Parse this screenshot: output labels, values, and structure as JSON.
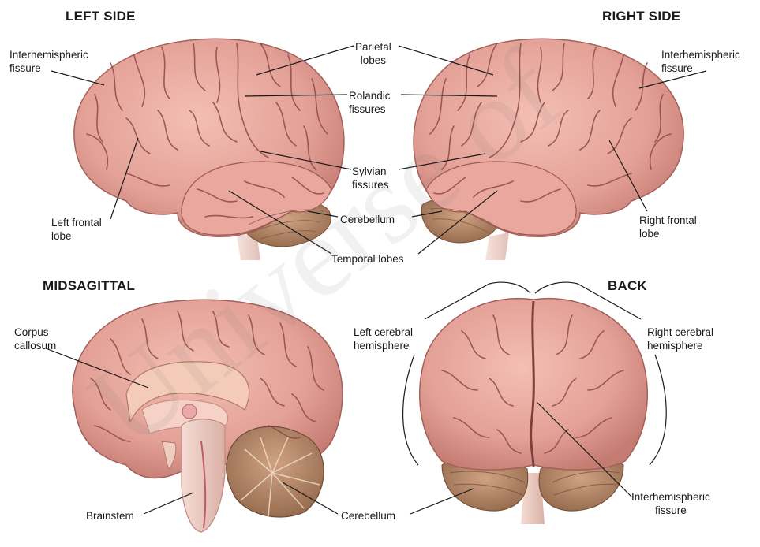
{
  "titles": {
    "left_side": "LEFT SIDE",
    "right_side": "RIGHT SIDE",
    "midsagittal": "MIDSAGITTAL",
    "back": "BACK"
  },
  "labels": {
    "interhemispheric_left": [
      "Interhemispheric",
      "fissure"
    ],
    "parietal": [
      "Parietal",
      "lobes"
    ],
    "interhemispheric_right": [
      "Interhemispheric",
      "fissure"
    ],
    "rolandic": [
      "Rolandic",
      "fissures"
    ],
    "sylvian": [
      "Sylvian",
      "fissures"
    ],
    "cerebellum_top": "Cerebellum",
    "left_frontal": [
      "Left frontal",
      "lobe"
    ],
    "right_frontal": [
      "Right frontal",
      "lobe"
    ],
    "temporal": "Temporal lobes",
    "corpus_callosum": [
      "Corpus",
      "callosum"
    ],
    "left_cerebral": [
      "Left cerebral",
      "hemisphere"
    ],
    "right_cerebral": [
      "Right cerebral",
      "hemisphere"
    ],
    "brainstem": "Brainstem",
    "cerebellum_bottom": "Cerebellum",
    "interhemispheric_back": [
      "Interhemispheric",
      "fissure"
    ]
  },
  "colors": {
    "brain": "#e8a49a",
    "brain_dark": "#b86a63",
    "sulcus": "#8e4a46",
    "cerebellum": "#b98c6c",
    "stem": "#f0d4cc",
    "line": "#1a1a1a"
  },
  "watermark": "Universe of"
}
